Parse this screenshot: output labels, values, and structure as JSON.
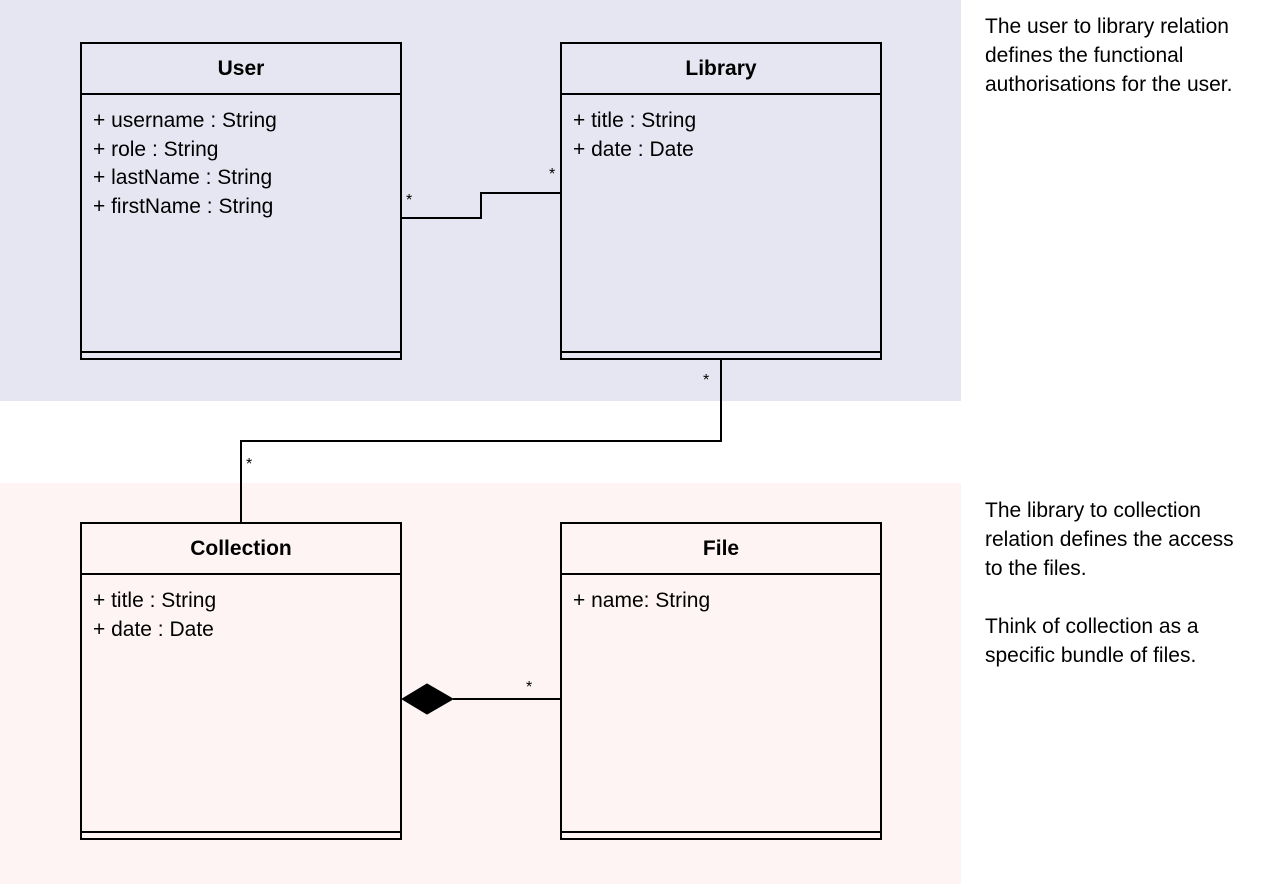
{
  "colors": {
    "top_zone_fill": "#e5e6f2",
    "bottom_zone_fill": "#fdf4f3",
    "class_fill": "#e5e6f2",
    "class_fill_bottom": "#fdf4f3",
    "line": "#000000"
  },
  "classes": {
    "user": {
      "name": "User",
      "attributes": [
        "+ username : String",
        "+ role : String",
        "+ lastName : String",
        "+ firstName : String"
      ]
    },
    "library": {
      "name": "Library",
      "attributes": [
        "+ title : String",
        "+ date : Date"
      ]
    },
    "collection": {
      "name": "Collection",
      "attributes": [
        "+ title : String",
        "+ date : Date"
      ]
    },
    "file": {
      "name": "File",
      "attributes": [
        "+ name: String"
      ]
    }
  },
  "relations": {
    "user_library": {
      "user_multiplicity": "*",
      "library_multiplicity": "*"
    },
    "library_collection": {
      "library_multiplicity": "*",
      "collection_multiplicity": "*"
    },
    "collection_file": {
      "kind": "composition",
      "file_multiplicity": "*"
    }
  },
  "notes": {
    "top": "The user to library relation\ndefines the functional\nauthorisations for the user.",
    "bottom": "The library to collection\nrelation defines the access\nto the files.\n\nThink of collection as a\nspecific bundle of files."
  }
}
